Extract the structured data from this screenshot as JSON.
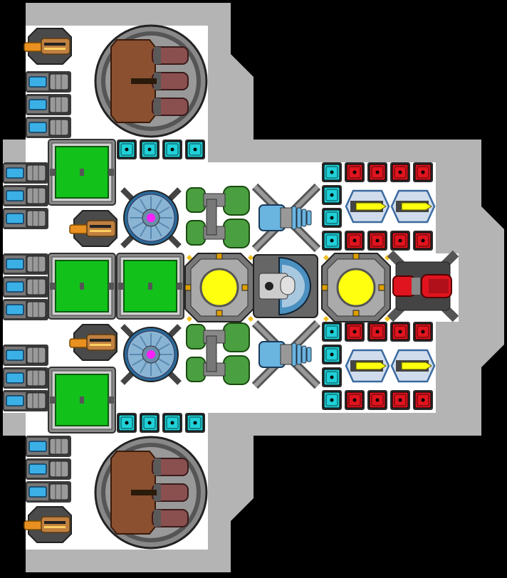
{
  "scene": {
    "name": "ship-builder-layout",
    "colors": {
      "background": "#000000",
      "hull": "#b4b4b4",
      "floor": "#ffffff",
      "panel_dark": "#5a5a5a",
      "panel_mid": "#8a8a8a",
      "panel_light": "#c8c8c8",
      "green": "#12c21a",
      "cyan": "#20d0d8",
      "red": "#e0141e",
      "blue": "#3ab0e6",
      "yellow": "#ffff10",
      "brown": "#8a5030",
      "orange": "#e89020",
      "magenta": "#ff20ff",
      "green_tank": "#4aa040",
      "blue_tube": "#6ab4e0"
    },
    "modules": {
      "turret_large": "large-cannon-turret",
      "reactor": "reactor-core",
      "fan": "fan-engine",
      "green_block": "green-armor-block",
      "cyan_tile": "cyan-shield-tile",
      "red_tile": "red-power-tile",
      "battery": "blue-battery-cell",
      "gun_small": "small-gun-turret",
      "engine_main": "red-main-engine",
      "thruster": "blue-thruster",
      "yellow_gun": "yellow-laser-cannon",
      "tank": "green-fuel-tank",
      "cockpit": "command-cockpit"
    }
  }
}
